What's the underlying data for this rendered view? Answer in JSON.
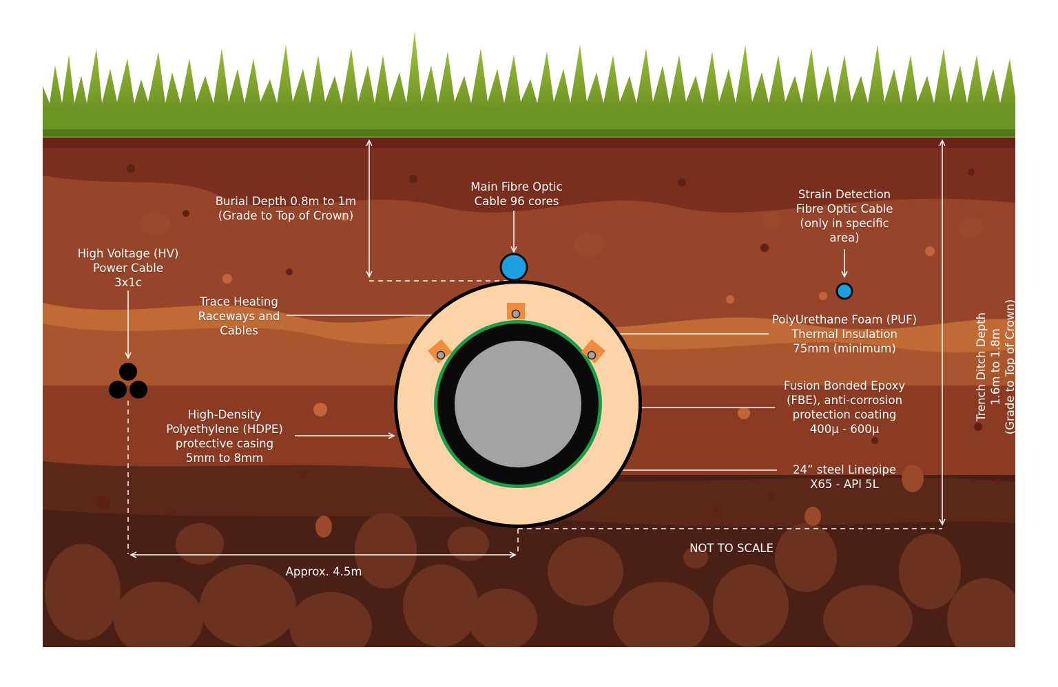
{
  "labels": {
    "burial_depth": [
      "Burial Depth 0.8m to 1m",
      "(Grade to Top of Crown)"
    ],
    "main_fibre": [
      "Main Fibre Optic",
      "Cable 96 cores"
    ],
    "strain_fibre": [
      "Strain Detection",
      "Fibre Optic Cable",
      "(only in specific",
      "area)"
    ],
    "hv_cable": [
      "High Voltage (HV)",
      "Power Cable",
      "3x1c"
    ],
    "trace_heating": [
      "Trace Heating",
      "Raceways and",
      "Cables"
    ],
    "puf": [
      "PolyUrethane Foam (PUF)",
      "Thermal Insulation",
      "75mm (minimum)"
    ],
    "fbe": [
      "Fusion Bonded Epoxy",
      "(FBE), anti-corrosion",
      "protection coating",
      "400μ - 600μ"
    ],
    "hdpe": [
      "High-Density",
      "Polyethylene (HDPE)",
      "protective casing",
      "5mm to 8mm"
    ],
    "linepipe": [
      "24” steel Linepipe",
      "X65 - API 5L"
    ],
    "trench_depth": [
      "Trench Ditch Depth",
      "1.6m to 1.8m",
      "(Grade to Top of Crown)"
    ],
    "distance": [
      "Approx. 4.5m"
    ],
    "not_to_scale": [
      "NOT TO SCALE"
    ]
  },
  "colors": {
    "grass_dark": "#5e8a1e",
    "grass_light": "#9cc238",
    "soil_top": "#7a2e1e",
    "soil_mid": "#a04d2c",
    "soil_orange": "#c9743a",
    "soil_bottom": "#4a1f16",
    "hdpe_ring": "#000000",
    "puf": "#fdd3a8",
    "fbe": "#1a9e4a",
    "steel_wall": "#0a0a0a",
    "pipe_bore": "#a3a3a3",
    "fibre": "#1e9fe0",
    "heating_pad": "#f08a3c"
  }
}
